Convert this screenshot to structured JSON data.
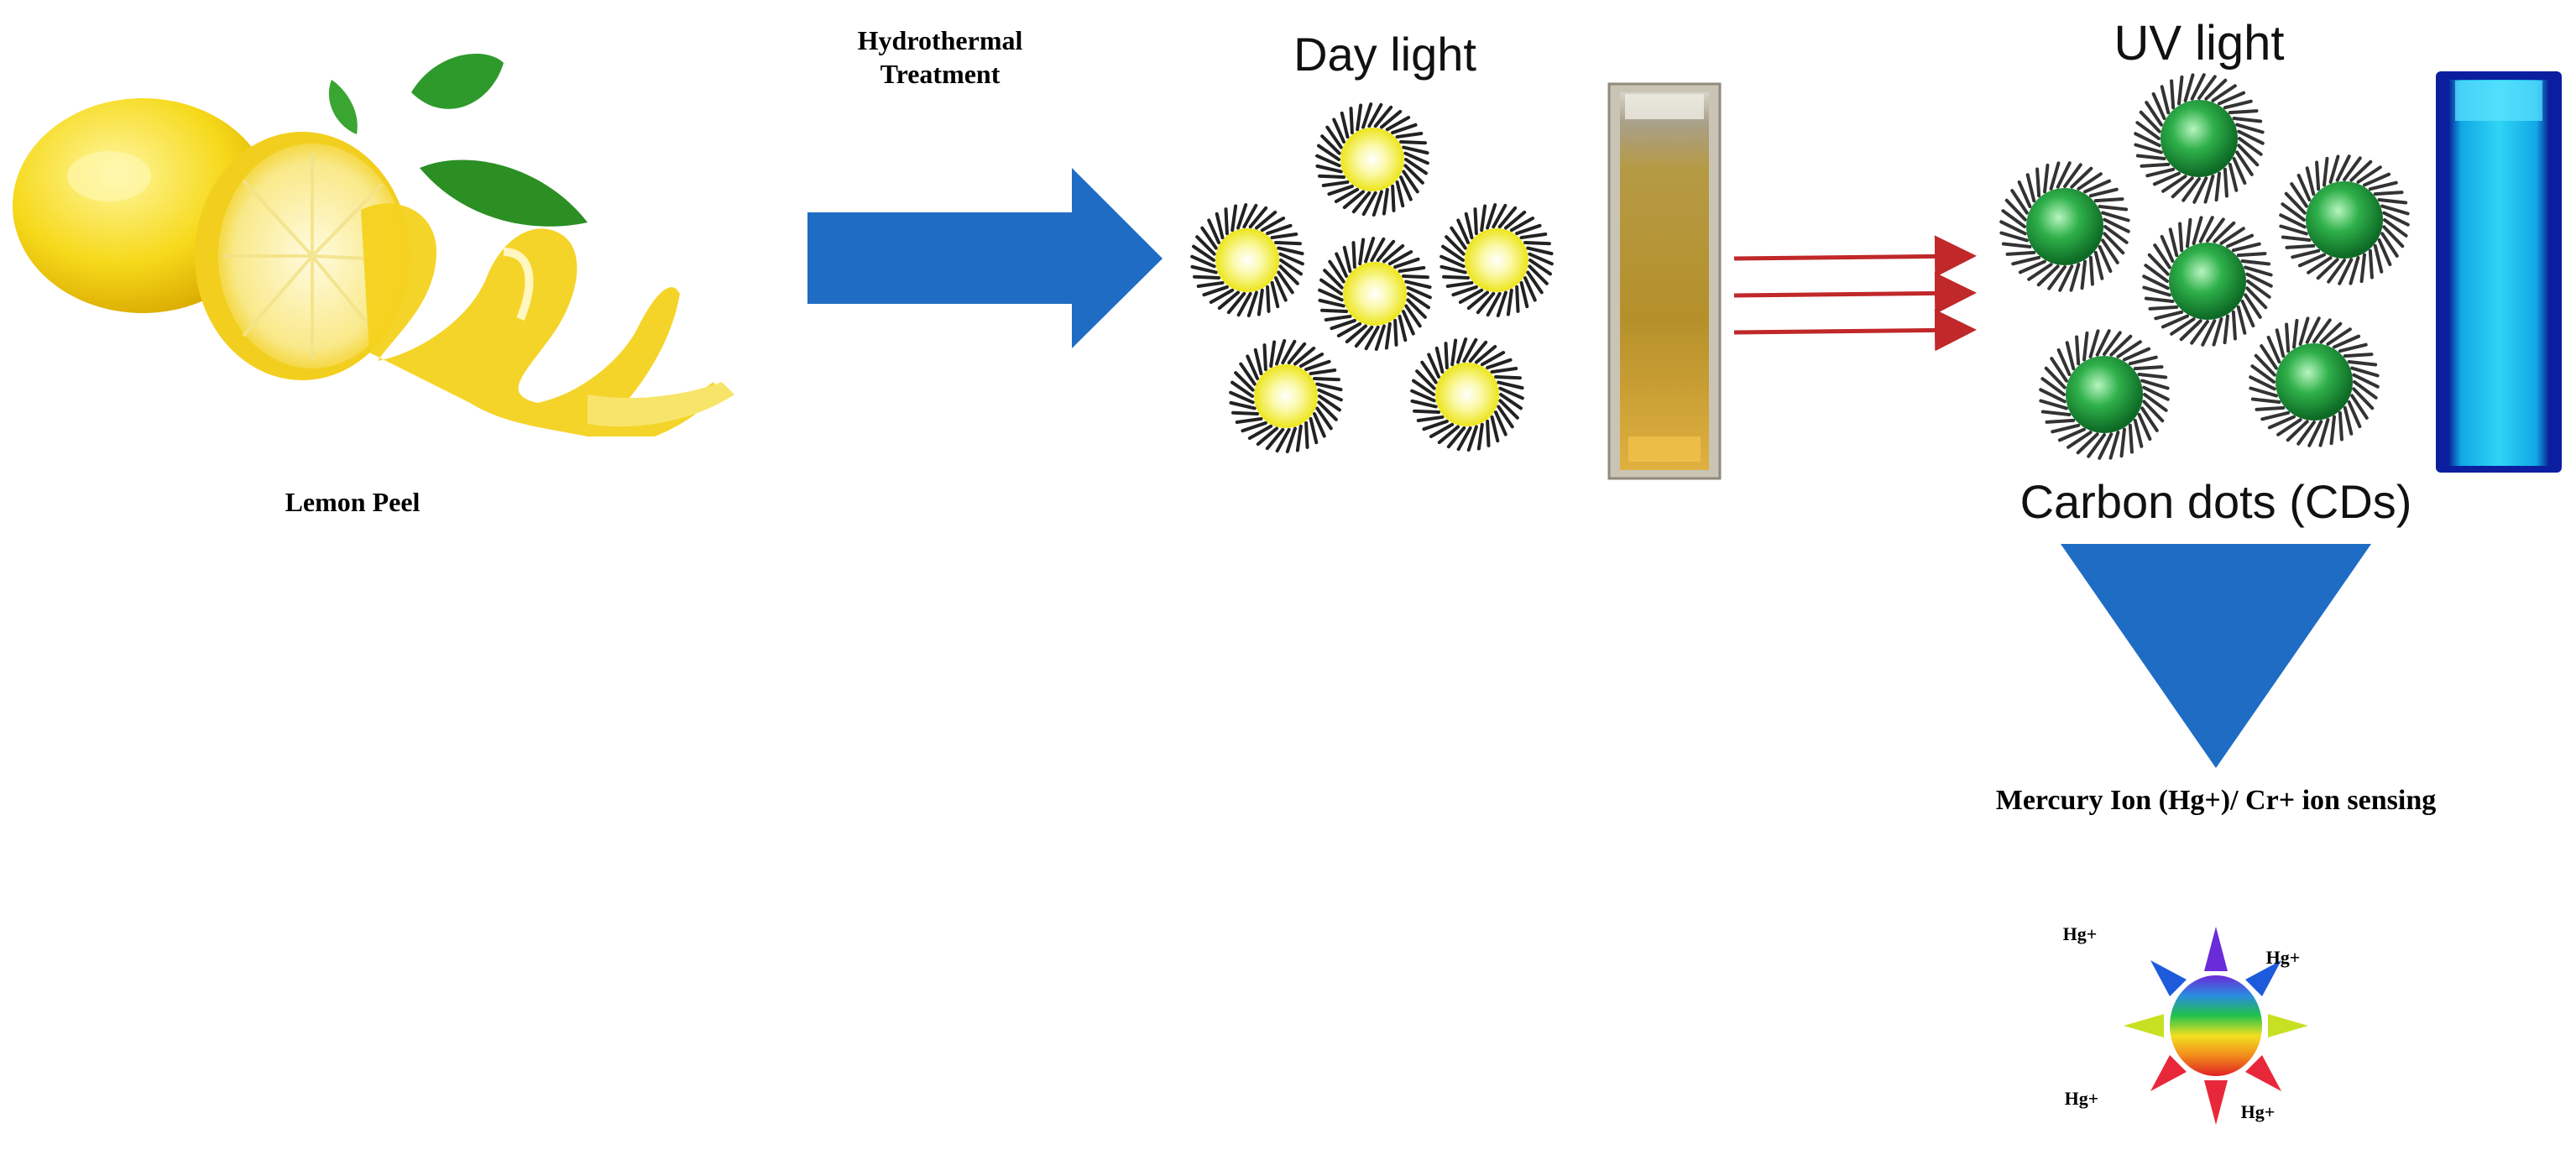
{
  "labels": {
    "source": "Lemon Peel",
    "process_line1": "Hydrothermal",
    "process_line2": "Treatment",
    "day_light": "Day light",
    "uv_light": "UV light",
    "product": "Carbon dots (CDs)",
    "application": "Mercury Ion (Hg+)/ Cr+ ion sensing",
    "ion_a": "Hg+",
    "ion_b": "Hg+",
    "ion_c": "Hg+",
    "ion_d": "Hg+"
  },
  "colors": {
    "arrow_blue": "#1f6cc4",
    "red_arrow": "#c0282a",
    "dot_yellow": "#f4ef2a",
    "dot_green": "#1a9a3a",
    "cuvette_amber": "#c9a330",
    "cuvette_cyan": "#19c8f0"
  },
  "icons": {
    "lemon": "lemon-illustration",
    "carbon_dot_day": "yellow-carbon-dot",
    "carbon_dot_uv": "green-carbon-dot",
    "cuvette_day": "amber-cuvette",
    "cuvette_uv": "fluorescent-cuvette",
    "sensor": "rainbow-sun-sensor"
  }
}
